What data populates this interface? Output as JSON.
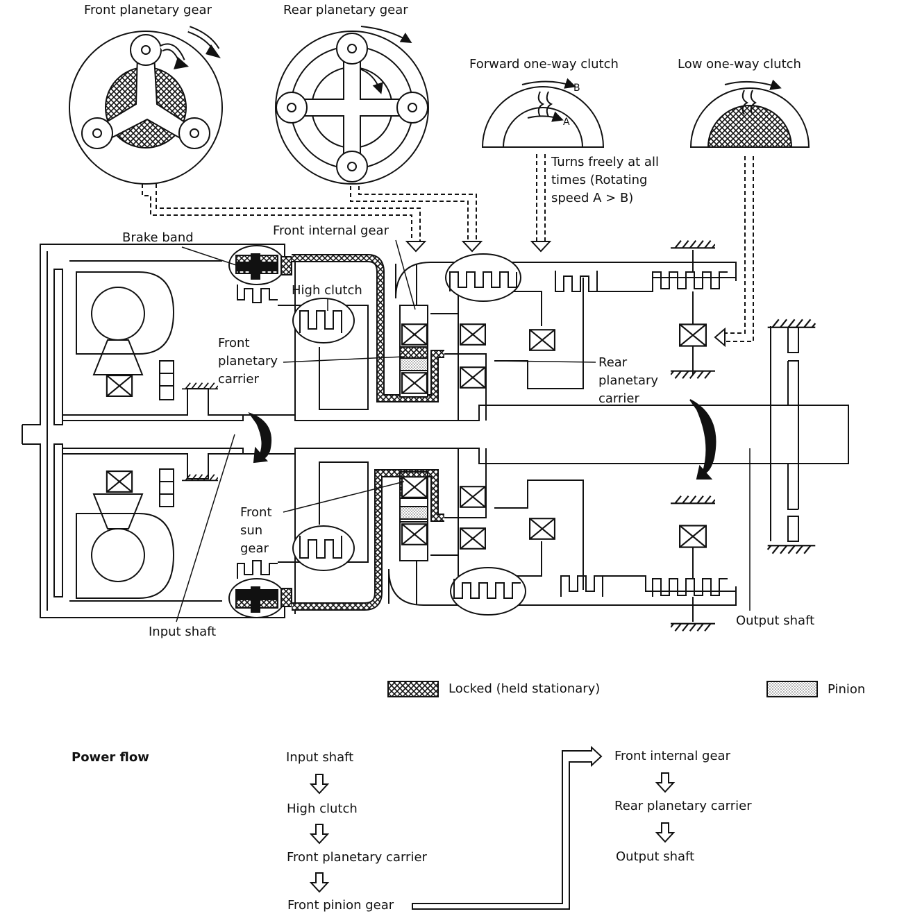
{
  "top_labels": {
    "front_planetary_gear": "Front planetary gear",
    "rear_planetary_gear": "Rear planetary gear",
    "forward_one_way_clutch": "Forward one-way clutch",
    "low_one_way_clutch": "Low one-way clutch",
    "forward_clutch_note": "Turns freely at all\ntimes (Rotating\nspeed A > B)",
    "point_a": "A",
    "point_b": "B"
  },
  "callouts": {
    "brake_band": "Brake band",
    "front_internal_gear": "Front internal gear",
    "high_clutch": "High clutch",
    "front_planetary_carrier": "Front\nplanetary\ncarrier",
    "rear_planetary_carrier": "Rear\nplanetary\ncarrier",
    "front_sun_gear": "Front\nsun\ngear",
    "input_shaft": "Input shaft",
    "output_shaft": "Output shaft"
  },
  "legend": {
    "locked": "Locked (held stationary)",
    "pinion": "Pinion"
  },
  "power_flow": {
    "heading": "Power flow",
    "left_steps": [
      "Input shaft",
      "High clutch",
      "Front planetary carrier",
      "Front pinion gear"
    ],
    "right_steps": [
      "Front internal gear",
      "Rear planetary carrier",
      "Output shaft"
    ]
  }
}
